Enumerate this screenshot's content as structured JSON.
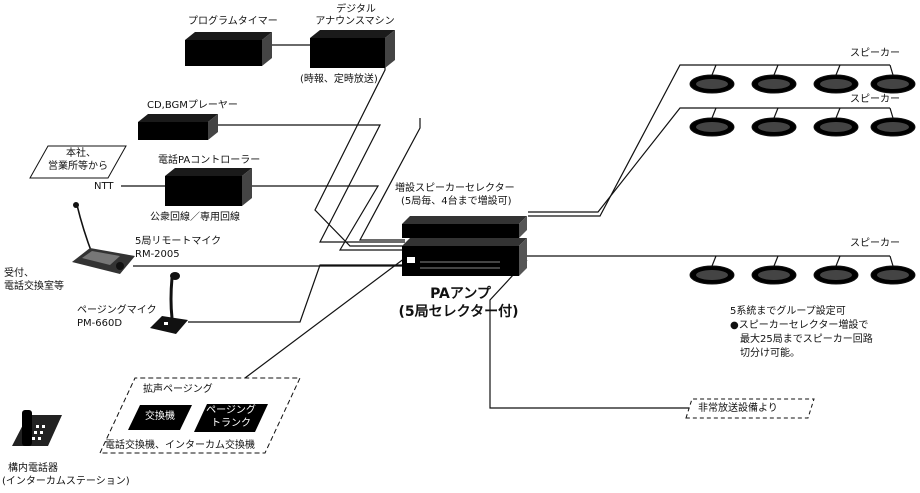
{
  "devices": {
    "program_timer": "プログラムタイマー",
    "digital_announce_1": "デジタル",
    "digital_announce_2": "アナウンスマシン",
    "announce_note": "(時報、定時放送)",
    "cd_bgm": "CD,BGMプレーヤー",
    "head_office_1": "本社、",
    "head_office_2": "営業所等から",
    "ntt": "NTT",
    "tel_pa": "電話PAコントローラー",
    "lines": "公衆回線／専用回線",
    "remote_mic_1": "5局リモートマイク",
    "remote_mic_2": "RM-2005",
    "reception_1": "受付、",
    "reception_2": "電話交換室等",
    "paging_mic_1": "ページングマイク",
    "paging_mic_2": "PM-660D",
    "selector_1": "増設スピーカーセレクター",
    "selector_2": "(5局毎、4台まで増設可)",
    "amp_1": "PAアンプ",
    "amp_2": "(5局セレクター付)",
    "paging_group": "拡声ページング",
    "exchange": "交換機",
    "paging_trunk_1": "ページング",
    "paging_trunk_2": "トランク",
    "exchange_note": "電話交換機、インターカム交換機",
    "phone_1": "構内電話器",
    "phone_2": "(インターカムステーション)",
    "emergency": "非常放送設備より"
  },
  "speakers": {
    "label_1": "スピーカー",
    "label_2": "スピーカー",
    "label_3": "スピーカー"
  },
  "notes": {
    "line_1": "5系統までグループ設定可",
    "line_2": "●スピーカーセレクター増設で",
    "line_3": "最大25局までスピーカー回路",
    "line_4": "切分け可能。"
  }
}
